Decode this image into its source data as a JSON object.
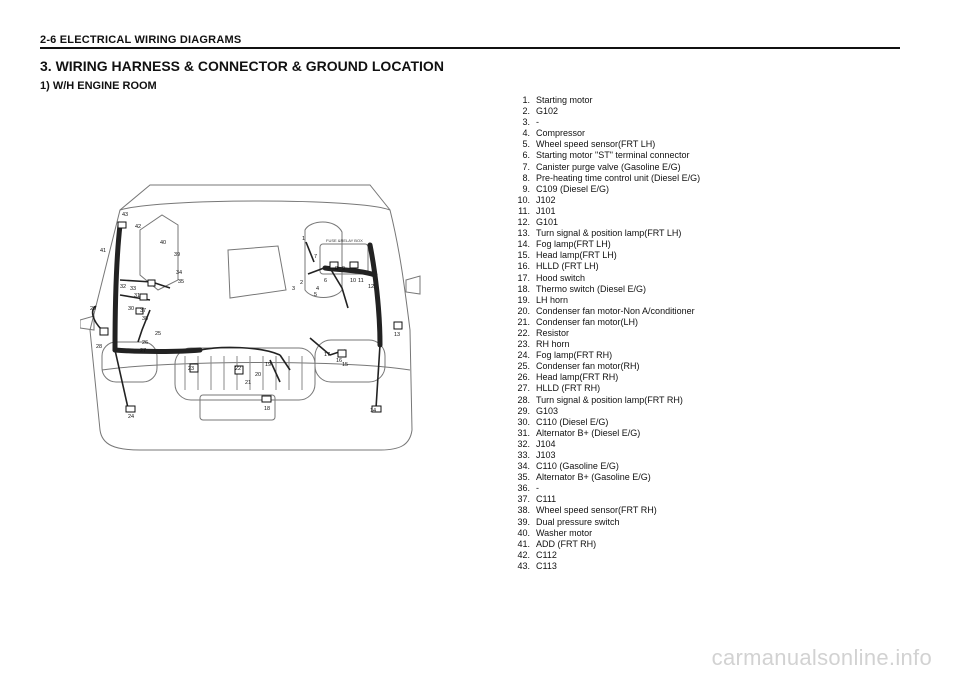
{
  "header": {
    "text": "2-6  ELECTRICAL WIRING DIAGRAMS"
  },
  "title": "3. WIRING HARNESS & CONNECTOR & GROUND LOCATION",
  "subtitle": "1)  W/H ENGINE ROOM",
  "diagram": {
    "fuse_box_label": "FUSE &RELAY BOX"
  },
  "legend": [
    {
      "num": "1.",
      "text": "Starting motor"
    },
    {
      "num": "2.",
      "text": "G102"
    },
    {
      "num": "3.",
      "text": "-"
    },
    {
      "num": "4.",
      "text": "Compressor"
    },
    {
      "num": "5.",
      "text": "Wheel speed sensor(FRT LH)"
    },
    {
      "num": "6.",
      "text": "Starting motor \"ST\" terminal connector"
    },
    {
      "num": "7.",
      "text": "Canister purge valve (Gasoline E/G)"
    },
    {
      "num": "8.",
      "text": "Pre-heating time control unit (Diesel E/G)"
    },
    {
      "num": "9.",
      "text": "C109 (Diesel E/G)"
    },
    {
      "num": "10.",
      "text": "J102"
    },
    {
      "num": "11.",
      "text": "J101"
    },
    {
      "num": "12.",
      "text": "G101"
    },
    {
      "num": "13.",
      "text": "Turn signal & position lamp(FRT LH)"
    },
    {
      "num": "14.",
      "text": "Fog lamp(FRT LH)"
    },
    {
      "num": "15.",
      "text": "Head lamp(FRT LH)"
    },
    {
      "num": "16.",
      "text": "HLLD (FRT LH)"
    },
    {
      "num": "17.",
      "text": "Hood switch"
    },
    {
      "num": "18.",
      "text": "Thermo switch (Diesel E/G)"
    },
    {
      "num": "19.",
      "text": "LH horn"
    },
    {
      "num": "20.",
      "text": "Condenser fan motor-Non A/conditioner"
    },
    {
      "num": "21.",
      "text": "Condenser fan motor(LH)"
    },
    {
      "num": "22.",
      "text": "Resistor"
    },
    {
      "num": "23.",
      "text": "RH horn"
    },
    {
      "num": "24.",
      "text": "Fog lamp(FRT RH)"
    },
    {
      "num": "25.",
      "text": "Condenser fan motor(RH)"
    },
    {
      "num": "26.",
      "text": "Head lamp(FRT RH)"
    },
    {
      "num": "27.",
      "text": "HLLD (FRT RH)"
    },
    {
      "num": "28.",
      "text": "Turn signal & position lamp(FRT RH)"
    },
    {
      "num": "29.",
      "text": "G103"
    },
    {
      "num": "30.",
      "text": "C110 (Diesel E/G)"
    },
    {
      "num": "31.",
      "text": "Alternator B+ (Diesel E/G)"
    },
    {
      "num": "32.",
      "text": "J104"
    },
    {
      "num": "33.",
      "text": "J103"
    },
    {
      "num": "34.",
      "text": "C110 (Gasoline E/G)"
    },
    {
      "num": "35.",
      "text": "Alternator B+ (Gasoline E/G)"
    },
    {
      "num": "36.",
      "text": "-"
    },
    {
      "num": "37.",
      "text": "C111"
    },
    {
      "num": "38.",
      "text": "Wheel speed sensor(FRT RH)"
    },
    {
      "num": "39.",
      "text": "Dual pressure switch"
    },
    {
      "num": "40.",
      "text": "Washer motor"
    },
    {
      "num": "41.",
      "text": "ADD (FRT RH)"
    },
    {
      "num": "42.",
      "text": "C112"
    },
    {
      "num": "43.",
      "text": "C113"
    }
  ],
  "watermark": "carmanualsonline.info"
}
